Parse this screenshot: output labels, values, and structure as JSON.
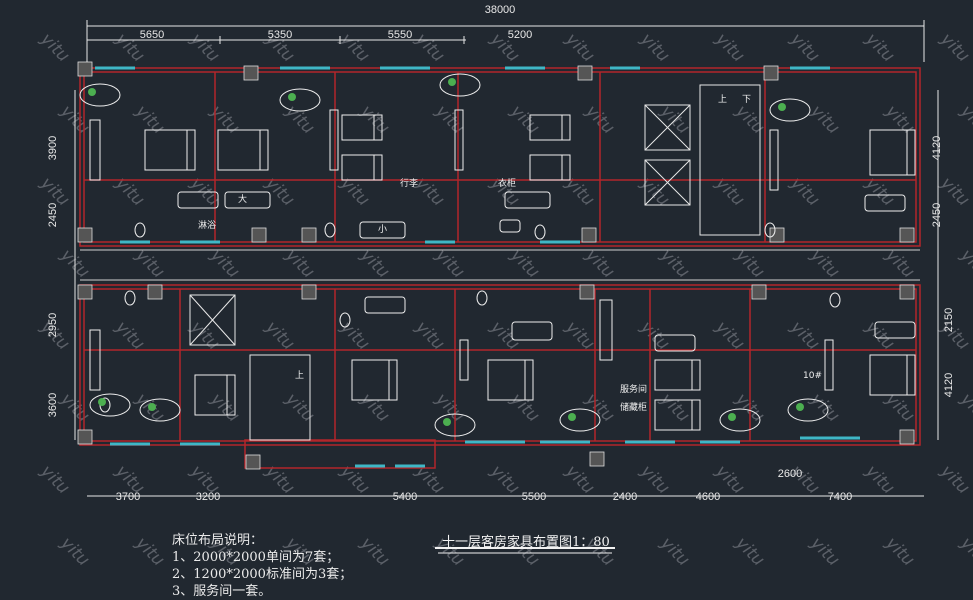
{
  "watermark": "yitu",
  "dimensions": {
    "total_top": "38000",
    "top": [
      "5650",
      "5350",
      "5550",
      "5200"
    ],
    "bottom": [
      "3700",
      "3200",
      "5400",
      "5500",
      "2400",
      "4600",
      "7400"
    ],
    "bottom_extra": "2600",
    "left": [
      "3900",
      "2450",
      "2950",
      "3600"
    ],
    "right": [
      "4120",
      "2450",
      "2150",
      "4120"
    ]
  },
  "rooms": {
    "service_room": "服务间",
    "storage_cabinet": "储藏柜",
    "room_number": "10#",
    "stair_up_top": "上",
    "stair_down_top": "下",
    "stair_up_bottom": "上",
    "big": "大",
    "small": "小",
    "shower": "淋浴",
    "luggage": "行李",
    "wardrobe": "衣柜"
  },
  "notes": {
    "heading": "床位布局说明：",
    "items": [
      "1、2000*2000单间为7套；",
      "2、1200*2000标准间为3套；",
      "3、服务间一套。"
    ]
  },
  "drawing_title": "十一层客房家具布置图1：80",
  "colors": {
    "background": "#212830",
    "wall": "#b3262a",
    "line": "#e8e8e8",
    "window": "#3fb7c6",
    "plant": "#4caf50"
  }
}
